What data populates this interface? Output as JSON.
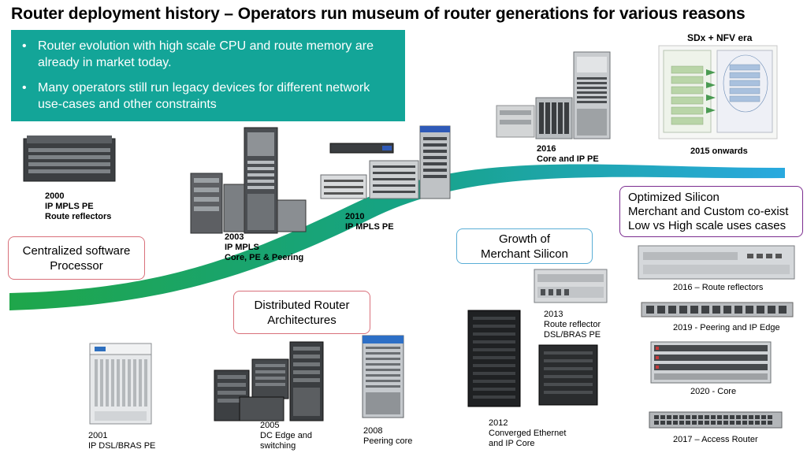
{
  "title": "Router deployment history – Operators run museum of router generations for various reasons",
  "bullets": [
    "Router evolution with high scale CPU and route memory are already in  market today.",
    "Many operators still run legacy devices for different network use-cases and other constraints"
  ],
  "callouts": {
    "centralized": [
      "Centralized software",
      "Processor"
    ],
    "distributed": [
      "Distributed Router",
      "Architectures"
    ],
    "merchant": [
      "Growth of",
      "Merchant Silicon"
    ],
    "optimized": [
      "Optimized Silicon",
      "Merchant and Custom co-exist",
      "Low vs High  scale uses cases"
    ]
  },
  "sdx": {
    "heading": "SDx + NFV era",
    "caption": "2015 onwards"
  },
  "milestones": {
    "m2000": [
      "2000",
      "IP MPLS  PE",
      "Route reflectors"
    ],
    "m2003": [
      "2003",
      "IP MPLS",
      "Core, PE & Peering"
    ],
    "m2010": [
      "2010",
      "IP MPLS PE"
    ],
    "m2016": [
      "2016",
      "Core and IP PE"
    ],
    "m2001": [
      "2001",
      "IP DSL/BRAS PE"
    ],
    "m2005": [
      "2005",
      "DC Edge and",
      "switching"
    ],
    "m2008": [
      "2008",
      "Peering core"
    ],
    "m2012": [
      "2012",
      "Converged Ethernet",
      "and IP Core"
    ],
    "m2013": [
      "2013",
      "Route reflector",
      "DSL/BRAS  PE"
    ]
  },
  "right_column": [
    "2016 – Route reflectors",
    "2019 - Peering and IP Edge",
    "2020 - Core",
    "2017 – Access Router"
  ],
  "colors": {
    "teal": "#13a598",
    "curve_start": "#1fa64a",
    "curve_end": "#29a9df"
  }
}
